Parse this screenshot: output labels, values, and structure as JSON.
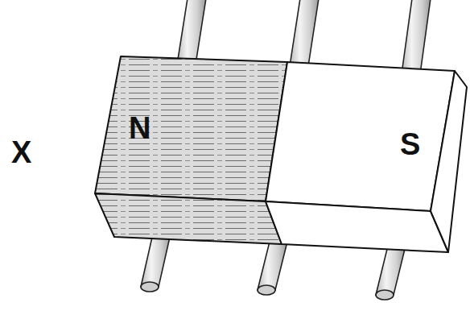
{
  "diagram": {
    "labels": [
      "X",
      "N",
      "S"
    ]
  }
}
